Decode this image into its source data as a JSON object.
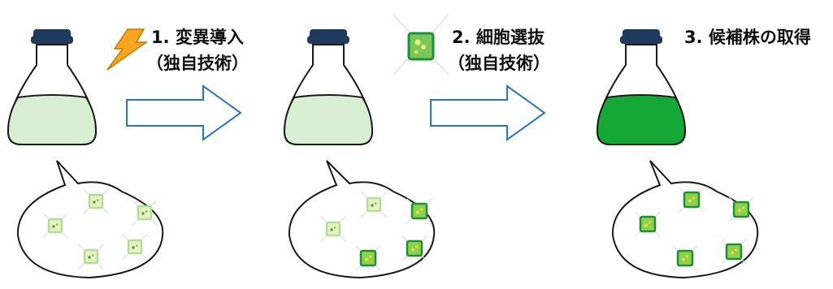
{
  "steps": [
    {
      "title": "1. 変異導入",
      "subtitle": "（独自技術）",
      "icon": "lightning-icon"
    },
    {
      "title": "2. 細胞選抜",
      "subtitle": "（独自技術）",
      "icon": "selected-cell-icon"
    },
    {
      "title": "3. 候補株の取得",
      "icon": "flask-icon"
    }
  ],
  "colors": {
    "cap": "#1f3a5a",
    "liquid_light": "#d8efd4",
    "liquid_dark": "#16a837",
    "arrow_outline": "#2e75b6",
    "lightning": "#f6a623",
    "cell_pale_fill": "#e2f3c8",
    "cell_pale_border": "#b4dc96",
    "cell_bright_fill": "#8fd14f",
    "cell_bright_border": "#1e8f36"
  },
  "cells": {
    "flask1": [
      "pale",
      "pale",
      "pale",
      "pale",
      "pale"
    ],
    "flask2": [
      "pale",
      "pale",
      "bright",
      "bright",
      "bright"
    ],
    "flask3": [
      "bright",
      "bright",
      "bright",
      "bright",
      "bright"
    ]
  }
}
